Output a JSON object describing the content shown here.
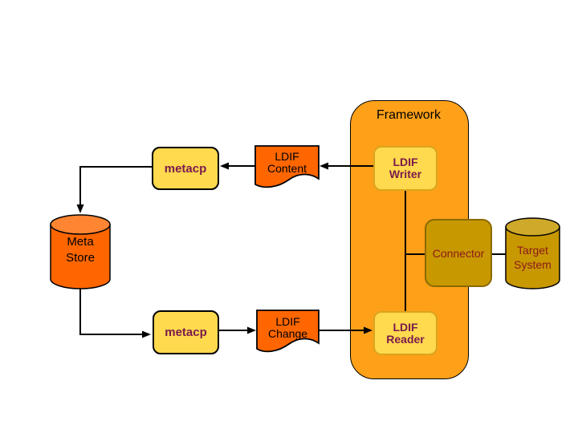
{
  "diagram_title": "Framework",
  "colors": {
    "background": "#FFFFFF",
    "framework_fill": "#FFA019",
    "process_box_fill": "#FFD94E",
    "process_box_border": "#000000",
    "inner_box_border": "#D9A51B",
    "document_fill": "#FF6600",
    "meta_store_body": "#FF6600",
    "meta_store_top": "#FF8533",
    "connector_fill": "#C89800",
    "connector_border": "#8A6A00",
    "target_body": "#C89800",
    "target_top": "#CFA929",
    "process_text": "#7A1A4C",
    "connector_text": "#8B1A1A",
    "document_text": "#000000",
    "line_color": "#000000"
  },
  "framework": {
    "label": "Framework"
  },
  "nodes": {
    "metacp_top": {
      "label": "metacp",
      "shape": "rounded-rect"
    },
    "ldif_content": {
      "line1": "LDIF",
      "line2": "Content",
      "shape": "document"
    },
    "ldif_writer": {
      "line1": "LDIF",
      "line2": "Writer",
      "shape": "rounded-rect"
    },
    "meta_store": {
      "line1": "Meta",
      "line2": "Store",
      "shape": "cylinder"
    },
    "connector": {
      "label": "Connector",
      "shape": "rounded-rect"
    },
    "target_system": {
      "line1": "Target",
      "line2": "System",
      "shape": "cylinder"
    },
    "metacp_bottom": {
      "label": "metacp",
      "shape": "rounded-rect"
    },
    "ldif_change": {
      "line1": "LDIF",
      "line2": "Change",
      "shape": "document"
    },
    "ldif_reader": {
      "line1": "LDIF",
      "line2": "Reader",
      "shape": "rounded-rect"
    }
  },
  "edges": [
    {
      "from": "ldif_writer",
      "to": "ldif_content",
      "arrow": true
    },
    {
      "from": "ldif_content",
      "to": "metacp_top",
      "arrow": true
    },
    {
      "from": "metacp_top",
      "to": "meta_store",
      "arrow": true
    },
    {
      "from": "meta_store",
      "to": "metacp_bottom",
      "arrow": true
    },
    {
      "from": "metacp_bottom",
      "to": "ldif_change",
      "arrow": true
    },
    {
      "from": "ldif_change",
      "to": "ldif_reader",
      "arrow": true
    },
    {
      "from": "ldif_writer",
      "to": "ldif_reader",
      "arrow": false
    },
    {
      "from": "writer_reader_bus",
      "to": "connector",
      "arrow": false
    },
    {
      "from": "connector",
      "to": "target_system",
      "arrow": false
    }
  ]
}
